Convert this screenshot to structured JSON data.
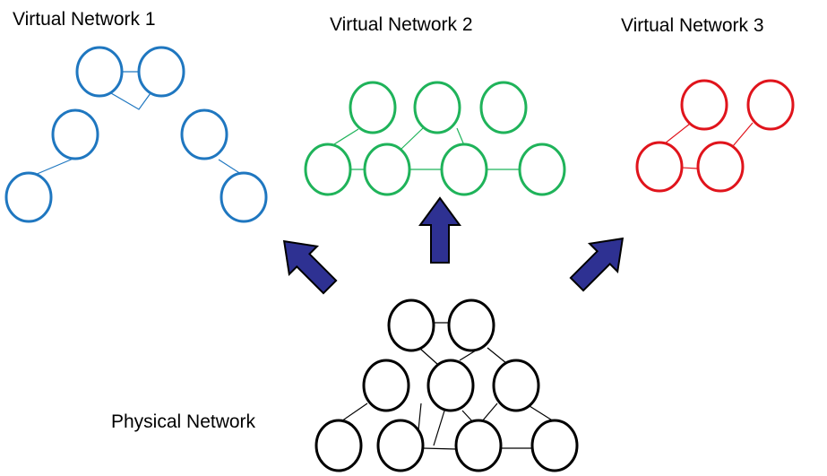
{
  "labels": {
    "vn1": "Virtual Network 1",
    "vn2": "Virtual Network 2",
    "vn3": "Virtual Network 3",
    "physical": "Physical Network"
  },
  "colors": {
    "vn1": "#1f77c0",
    "vn2": "#1fb35a",
    "vn3": "#e0141c",
    "physical": "#000000",
    "arrow": "#2e3192"
  },
  "networks": [
    {
      "id": "vn1",
      "nodes": 6,
      "links": 5
    },
    {
      "id": "vn2",
      "nodes": 7,
      "links": 6
    },
    {
      "id": "vn3",
      "nodes": 4,
      "links": 3
    },
    {
      "id": "physical",
      "nodes": 9,
      "links": 11
    }
  ]
}
